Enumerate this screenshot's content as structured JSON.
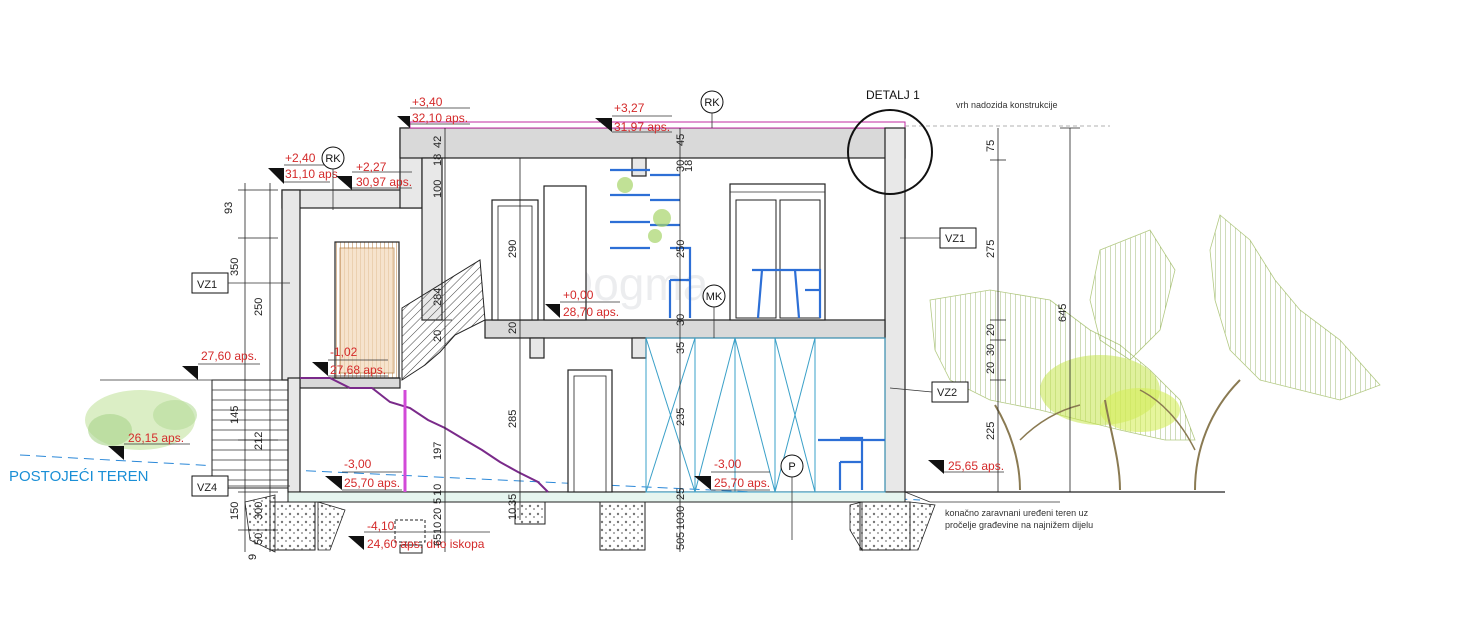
{
  "title": "DETALJ 1",
  "annotation_top": "vrh nadozida konstrukcije",
  "annotation_ground": [
    "konačno zaravnani uređeni teren uz",
    "pročelje građevine na najnižem dijelu"
  ],
  "terrain_label": "POSTOJEĆI TEREN",
  "watermark": "Dogma",
  "elevations": [
    {
      "rel": "+3,40",
      "abs": "32,10 aps."
    },
    {
      "rel": "+3,27",
      "abs": "31,97 aps."
    },
    {
      "rel": "+2,40",
      "abs": "31,10 aps."
    },
    {
      "rel": "+2,27",
      "abs": "30,97 aps."
    },
    {
      "rel": "+0,00",
      "abs": "28,70 aps."
    },
    {
      "rel": "",
      "abs": "27,60 aps."
    },
    {
      "rel": "-1,02",
      "abs": "27,68 aps."
    },
    {
      "rel": "",
      "abs": "26,15 aps."
    },
    {
      "rel": "-3,00",
      "abs": "25,70 aps."
    },
    {
      "rel": "-3,00",
      "abs": "25,70 aps."
    },
    {
      "rel": "",
      "abs": "25,65 aps."
    },
    {
      "rel": "-4,10",
      "abs": "24,60 aps. dno iskopa"
    }
  ],
  "tags": [
    "RK",
    "RK",
    "MK",
    "P"
  ],
  "wall_types": [
    "VZ1",
    "VZ1",
    "VZ2",
    "VZ4"
  ],
  "dimensions_left": [
    "93",
    "350",
    "250",
    "145",
    "212",
    "150",
    "300",
    "50",
    "9"
  ],
  "dimensions_mid": [
    "42",
    "18",
    "100",
    "284",
    "20",
    "197",
    "10",
    "5",
    "20",
    "10",
    "65",
    "35",
    "10"
  ],
  "dimensions_inner": [
    "290",
    "20",
    "285",
    "35",
    "30"
  ],
  "dimensions_right_inner": [
    "45",
    "30",
    "18",
    "250",
    "30",
    "35",
    "235",
    "25",
    "30",
    "10",
    "5",
    "50"
  ],
  "dimensions_right": [
    "75",
    "275",
    "20",
    "30",
    "20",
    "225",
    "645"
  ]
}
